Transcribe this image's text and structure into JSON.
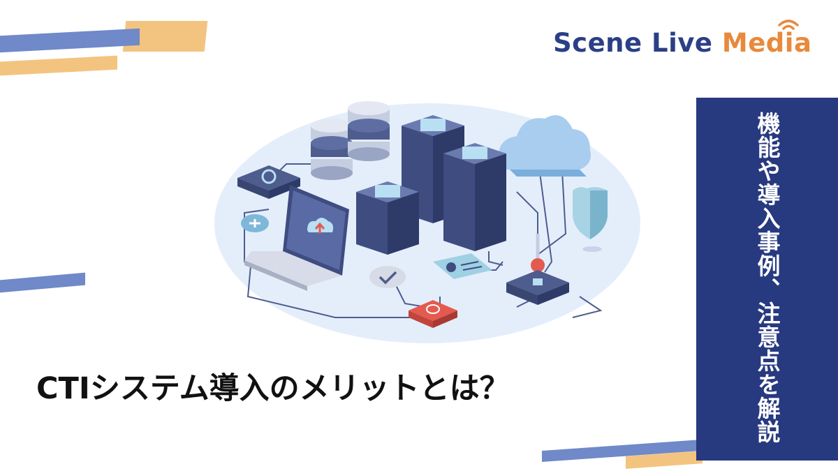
{
  "logo": {
    "word1": "Scene",
    "word2": " Live ",
    "word3": "Media"
  },
  "headline": "CTIシステム導入のメリットとは？",
  "subtitle": "機能や導入事例、注意点を解説",
  "colors": {
    "navy": "#27397f",
    "orange": "#e8893c",
    "stripe_blue": "#6f89c9",
    "stripe_orange": "#f3c47f",
    "ellipse": "#e4eefb"
  },
  "icons": [
    "cloud-icon",
    "shield-icon",
    "laptop-icon",
    "server-icon",
    "database-icon",
    "fingerprint-icon",
    "id-card-icon",
    "key-icon",
    "sync-icon",
    "plus-icon",
    "check-icon",
    "wifi-icon"
  ]
}
